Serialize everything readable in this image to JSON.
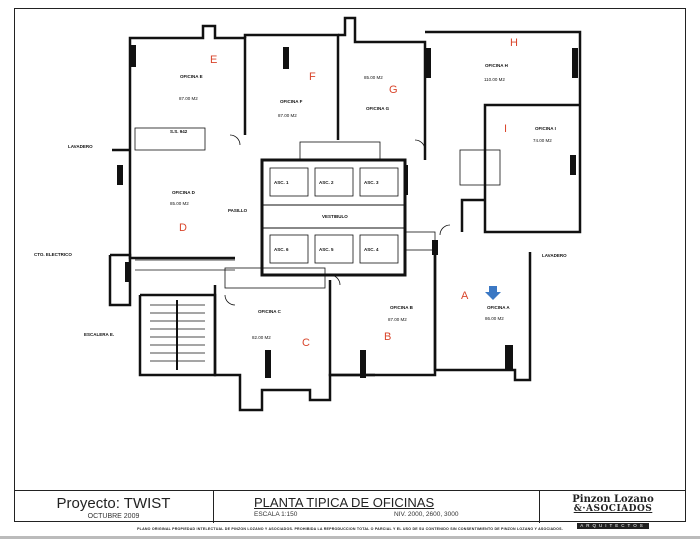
{
  "plan": {
    "rooms": [
      {
        "letter": "E",
        "name": "OFICINA E",
        "area": "87.00 M2"
      },
      {
        "letter": "F",
        "name": "OFICINA F",
        "area": "87.00 M2"
      },
      {
        "letter": "G",
        "name": "OFICINA G",
        "area": "85.00 M2"
      },
      {
        "letter": "H",
        "name": "OFICINA H",
        "area": "110.00 M2"
      },
      {
        "letter": "I",
        "name": "OFICINA I",
        "area": "74.00 M2"
      },
      {
        "letter": "D",
        "name": "OFICINA D",
        "area": "85.00 M2"
      },
      {
        "letter": "C",
        "name": "OFICINA C",
        "area": "82.00 M2"
      },
      {
        "letter": "B",
        "name": "OFICINA B",
        "area": "87.00 M2"
      },
      {
        "letter": "A",
        "name": "OFICINA A",
        "area": "86.00 M2"
      }
    ],
    "labels": {
      "vestibulo": "VESTIBULO",
      "pasillo": "PASILLO",
      "cto_electrico": "CTO. ELECTRICO",
      "escalera": "ESCALERA E.",
      "lavadero_left": "LAVADERO",
      "lavadero_right": "LAVADERO",
      "ss": "S.S. 942"
    },
    "elevators": [
      "ASC. 1",
      "ASC. 2",
      "ASC. 3",
      "ASC. 6",
      "ASC. 5",
      "ASC. 4"
    ],
    "arrow_color": "#3b78c4",
    "letter_color": "#d9452b"
  },
  "titleblock": {
    "project": "Proyecto: TWIST",
    "date": "OCTUBRE 2009",
    "title": "PLANTA TIPICA DE OFICINAS",
    "scale": "ESCALA 1:150",
    "levels": "NIV. 2000, 2600, 3000",
    "firm_line1": "Pinzon Lozano",
    "firm_line2": "&·ASOCIADOS",
    "firm_line3": "ARQUITECTOS"
  },
  "footer": "PLANO ORIGINAL PROPIEDAD INTELECTUAL DE PINZON LOZANO Y ASOCIADOS. PROHIBIDA LA REPRODUCCION TOTAL O PARCIAL Y EL USO DE SU CONTENIDO SIN CONSENTIMIENTO DE PINZON LOZANO Y ASOCIADOS."
}
